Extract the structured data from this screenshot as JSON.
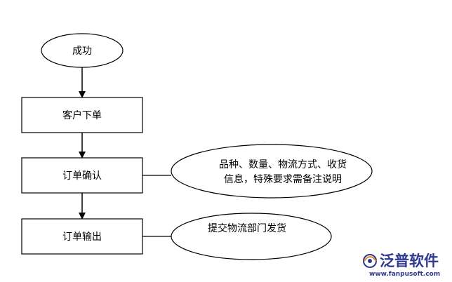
{
  "flowchart": {
    "start": {
      "label": "成功"
    },
    "step_order": {
      "label": "客户下单"
    },
    "step_confirm": {
      "label": "订单确认"
    },
    "step_output": {
      "label": "订单输出"
    },
    "note_confirm": {
      "line1": "品种、数量、物流方式、收货",
      "line2": "信息，特殊要求需备注说明"
    },
    "note_output": {
      "label": "提交物流部门发货"
    }
  },
  "watermark": {
    "brand": "泛普软件",
    "url": "www.fanpusoft.com",
    "brand_color": "#2f3a8f"
  }
}
